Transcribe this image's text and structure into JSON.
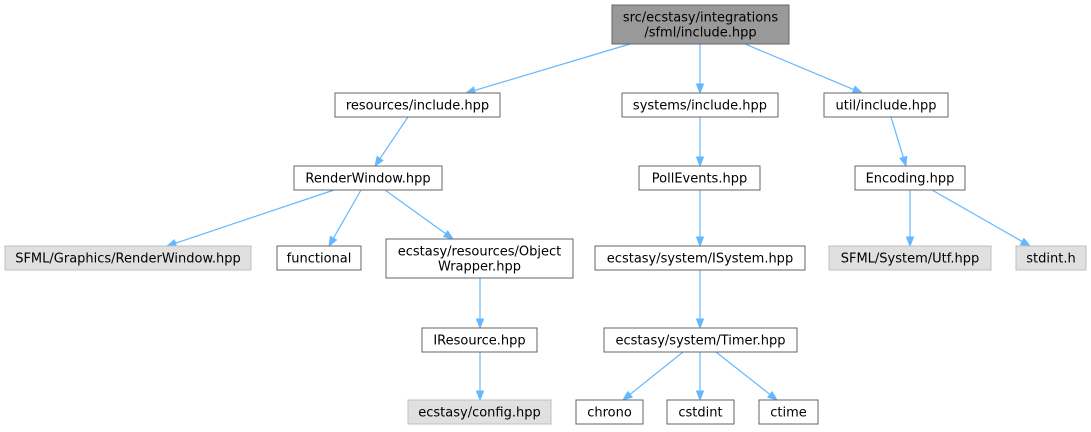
{
  "diagram": {
    "colors": {
      "root_fill": "#999999",
      "node_fill": "#ffffff",
      "external_fill": "#e0e0e0",
      "edge": "#63b8ff"
    },
    "nodes": [
      {
        "id": "root",
        "lines": [
          "src/ecstasy/integrations",
          "/sfml/include.hpp"
        ],
        "style": "root"
      },
      {
        "id": "resources_include",
        "lines": [
          "resources/include.hpp"
        ],
        "style": "normal"
      },
      {
        "id": "systems_include",
        "lines": [
          "systems/include.hpp"
        ],
        "style": "normal"
      },
      {
        "id": "util_include",
        "lines": [
          "util/include.hpp"
        ],
        "style": "normal"
      },
      {
        "id": "renderwindow",
        "lines": [
          "RenderWindow.hpp"
        ],
        "style": "normal"
      },
      {
        "id": "pollevents",
        "lines": [
          "PollEvents.hpp"
        ],
        "style": "normal"
      },
      {
        "id": "encoding",
        "lines": [
          "Encoding.hpp"
        ],
        "style": "normal"
      },
      {
        "id": "sfml_graphics_rw",
        "lines": [
          "SFML/Graphics/RenderWindow.hpp"
        ],
        "style": "external"
      },
      {
        "id": "functional",
        "lines": [
          "functional"
        ],
        "style": "normal"
      },
      {
        "id": "objectwrapper",
        "lines": [
          "ecstasy/resources/Object",
          "Wrapper.hpp"
        ],
        "style": "normal"
      },
      {
        "id": "isystem",
        "lines": [
          "ecstasy/system/ISystem.hpp"
        ],
        "style": "normal"
      },
      {
        "id": "sfml_utf",
        "lines": [
          "SFML/System/Utf.hpp"
        ],
        "style": "external"
      },
      {
        "id": "stdint_h",
        "lines": [
          "stdint.h"
        ],
        "style": "external"
      },
      {
        "id": "iresource",
        "lines": [
          "IResource.hpp"
        ],
        "style": "normal"
      },
      {
        "id": "timer",
        "lines": [
          "ecstasy/system/Timer.hpp"
        ],
        "style": "normal"
      },
      {
        "id": "config",
        "lines": [
          "ecstasy/config.hpp"
        ],
        "style": "external"
      },
      {
        "id": "chrono",
        "lines": [
          "chrono"
        ],
        "style": "normal"
      },
      {
        "id": "cstdint",
        "lines": [
          "cstdint"
        ],
        "style": "normal"
      },
      {
        "id": "ctime",
        "lines": [
          "ctime"
        ],
        "style": "normal"
      }
    ],
    "edges": [
      {
        "from": "root",
        "to": "resources_include"
      },
      {
        "from": "root",
        "to": "systems_include"
      },
      {
        "from": "root",
        "to": "util_include"
      },
      {
        "from": "resources_include",
        "to": "renderwindow"
      },
      {
        "from": "renderwindow",
        "to": "sfml_graphics_rw"
      },
      {
        "from": "renderwindow",
        "to": "functional"
      },
      {
        "from": "renderwindow",
        "to": "objectwrapper"
      },
      {
        "from": "objectwrapper",
        "to": "iresource"
      },
      {
        "from": "iresource",
        "to": "config"
      },
      {
        "from": "systems_include",
        "to": "pollevents"
      },
      {
        "from": "pollevents",
        "to": "isystem"
      },
      {
        "from": "isystem",
        "to": "timer"
      },
      {
        "from": "timer",
        "to": "chrono"
      },
      {
        "from": "timer",
        "to": "cstdint"
      },
      {
        "from": "timer",
        "to": "ctime"
      },
      {
        "from": "util_include",
        "to": "encoding"
      },
      {
        "from": "encoding",
        "to": "sfml_utf"
      },
      {
        "from": "encoding",
        "to": "stdint_h"
      }
    ]
  }
}
